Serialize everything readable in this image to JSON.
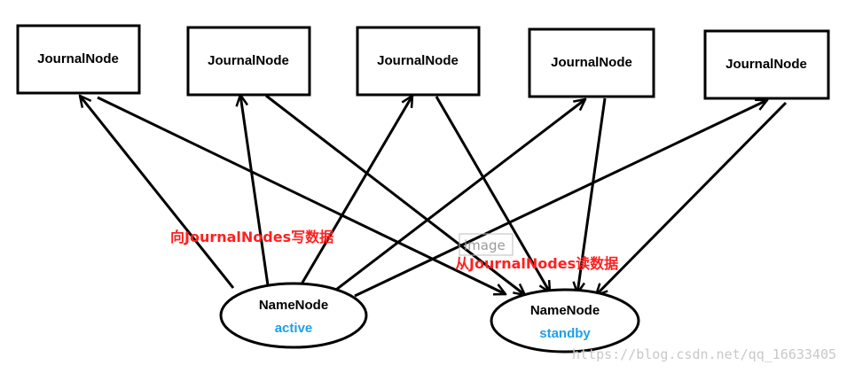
{
  "journal_nodes": [
    {
      "label": "JournalNode"
    },
    {
      "label": "JournalNode"
    },
    {
      "label": "JournalNode"
    },
    {
      "label": "JournalNode"
    },
    {
      "label": "JournalNode"
    }
  ],
  "namenodes": {
    "active": {
      "label": "NameNode",
      "state": "active"
    },
    "standby": {
      "label": "NameNode",
      "state": "standby"
    }
  },
  "captions": {
    "write": "向JournalNodes写数据",
    "read": "从JournalNodes读数据"
  },
  "image_tag": "image",
  "watermark": "https://blog.csdn.net/qq_16633405",
  "colors": {
    "caption": "#ff2020",
    "state_text": "#1ea0e8",
    "lines": "#000000"
  }
}
